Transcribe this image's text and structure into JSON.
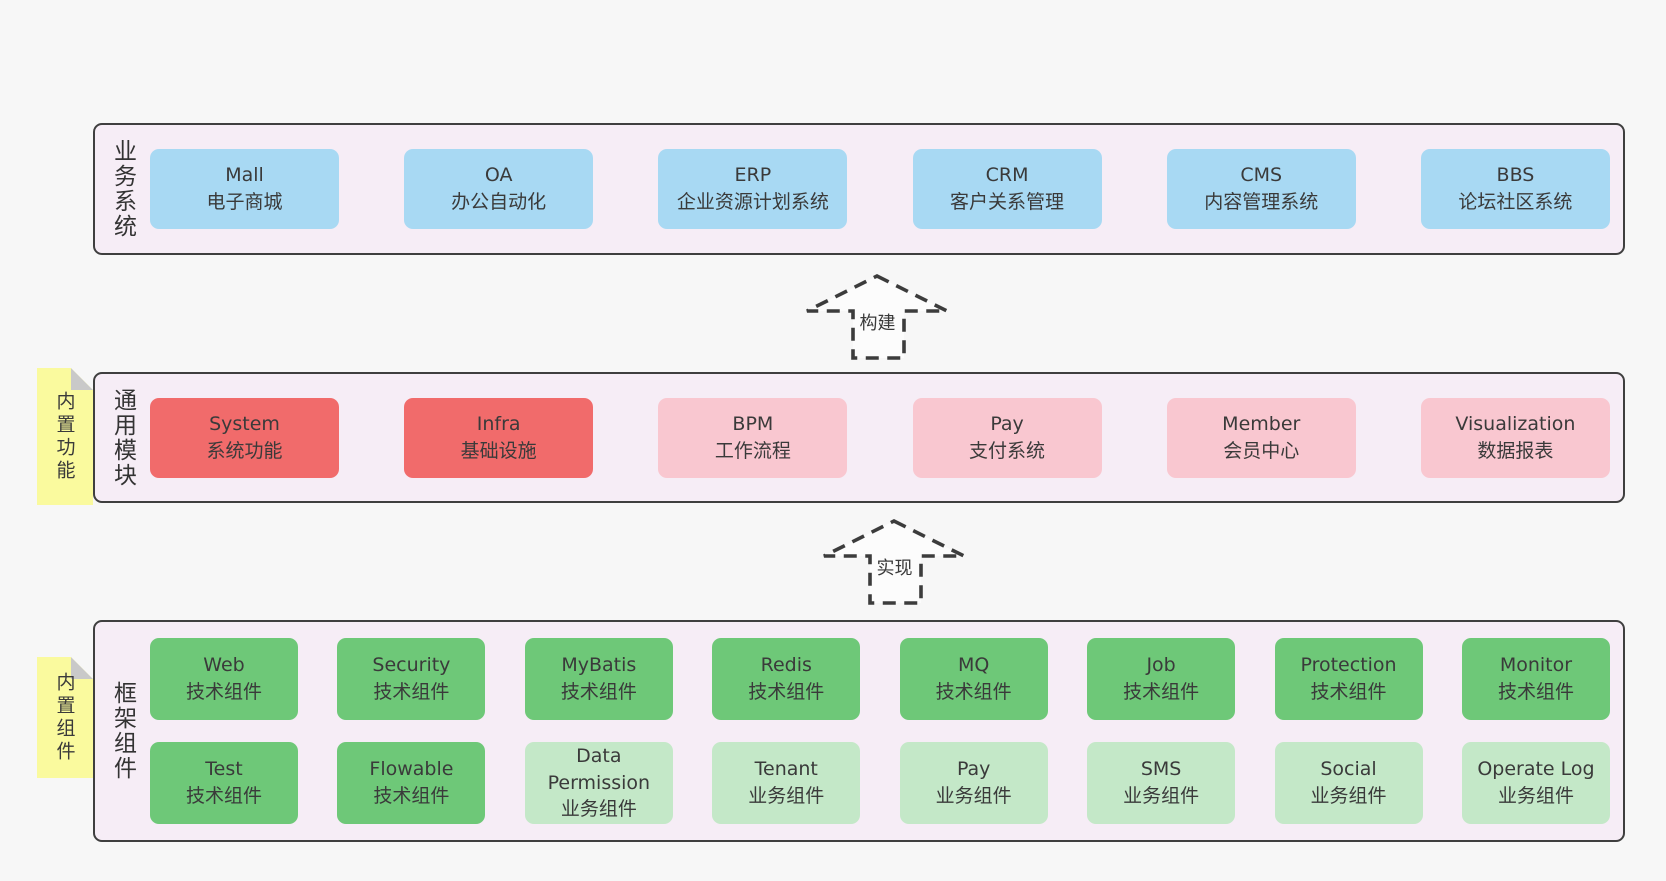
{
  "colors": {
    "page_background": "#f7f7f7",
    "layer_fill": "#f6edf6",
    "layer_border": "#3f3f3f",
    "blue_box": "#a8d9f3",
    "red_box": "#f16b6b",
    "pink_box": "#f9c7d0",
    "green_box": "#6ec878",
    "lightgreen_box": "#c4e8c8",
    "note_yellow": "#fafa9e",
    "note_fold_gray": "#c9c9c9",
    "text": "#3a3a3a"
  },
  "arrows": {
    "build": "构建",
    "implement": "实现"
  },
  "layers": {
    "business": {
      "side_label": "业务系统",
      "boxes": [
        {
          "name": "Mall",
          "desc": "电子商城",
          "variant": "blue"
        },
        {
          "name": "OA",
          "desc": "办公自动化",
          "variant": "blue"
        },
        {
          "name": "ERP",
          "desc": "企业资源计划系统",
          "variant": "blue"
        },
        {
          "name": "CRM",
          "desc": "客户关系管理",
          "variant": "blue"
        },
        {
          "name": "CMS",
          "desc": "内容管理系统",
          "variant": "blue"
        },
        {
          "name": "BBS",
          "desc": "论坛社区系统",
          "variant": "blue"
        }
      ]
    },
    "modules": {
      "side_label": "通用模块",
      "note": "内置功能",
      "boxes": [
        {
          "name": "System",
          "desc": "系统功能",
          "variant": "red"
        },
        {
          "name": "Infra",
          "desc": "基础设施",
          "variant": "red"
        },
        {
          "name": "BPM",
          "desc": "工作流程",
          "variant": "pink"
        },
        {
          "name": "Pay",
          "desc": "支付系统",
          "variant": "pink"
        },
        {
          "name": "Member",
          "desc": "会员中心",
          "variant": "pink"
        },
        {
          "name": "Visualization",
          "desc": "数据报表",
          "variant": "pink"
        }
      ]
    },
    "components": {
      "side_label": "框架组件",
      "note": "内置组件",
      "row1": [
        {
          "name": "Web",
          "desc": "技术组件",
          "variant": "green"
        },
        {
          "name": "Security",
          "desc": "技术组件",
          "variant": "green"
        },
        {
          "name": "MyBatis",
          "desc": "技术组件",
          "variant": "green"
        },
        {
          "name": "Redis",
          "desc": "技术组件",
          "variant": "green"
        },
        {
          "name": "MQ",
          "desc": "技术组件",
          "variant": "green"
        },
        {
          "name": "Job",
          "desc": "技术组件",
          "variant": "green"
        },
        {
          "name": "Protection",
          "desc": "技术组件",
          "variant": "green"
        },
        {
          "name": "Monitor",
          "desc": "技术组件",
          "variant": "green"
        }
      ],
      "row2": [
        {
          "name": "Test",
          "desc": "技术组件",
          "variant": "green"
        },
        {
          "name": "Flowable",
          "desc": "技术组件",
          "variant": "green"
        },
        {
          "name": "Data Permission",
          "desc": "业务组件",
          "variant": "lightgreen"
        },
        {
          "name": "Tenant",
          "desc": "业务组件",
          "variant": "lightgreen"
        },
        {
          "name": "Pay",
          "desc": "业务组件",
          "variant": "lightgreen"
        },
        {
          "name": "SMS",
          "desc": "业务组件",
          "variant": "lightgreen"
        },
        {
          "name": "Social",
          "desc": "业务组件",
          "variant": "lightgreen"
        },
        {
          "name": "Operate Log",
          "desc": "业务组件",
          "variant": "lightgreen"
        }
      ]
    }
  }
}
